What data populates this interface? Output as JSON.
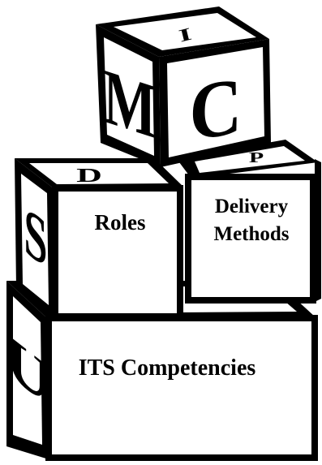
{
  "blocks": {
    "top": {
      "letters": {
        "front": "M",
        "right": "C",
        "top": "I"
      }
    },
    "left": {
      "label": "Roles",
      "letters": {
        "side": "S",
        "top": "D"
      }
    },
    "right": {
      "label_line1": "Delivery",
      "label_line2": "Methods",
      "letters": {
        "top": "P"
      }
    },
    "bottom": {
      "label": "ITS Competencies",
      "letters": {
        "side": "U"
      }
    }
  },
  "colors": {
    "ink": "#000000",
    "face": "#ffffff"
  }
}
